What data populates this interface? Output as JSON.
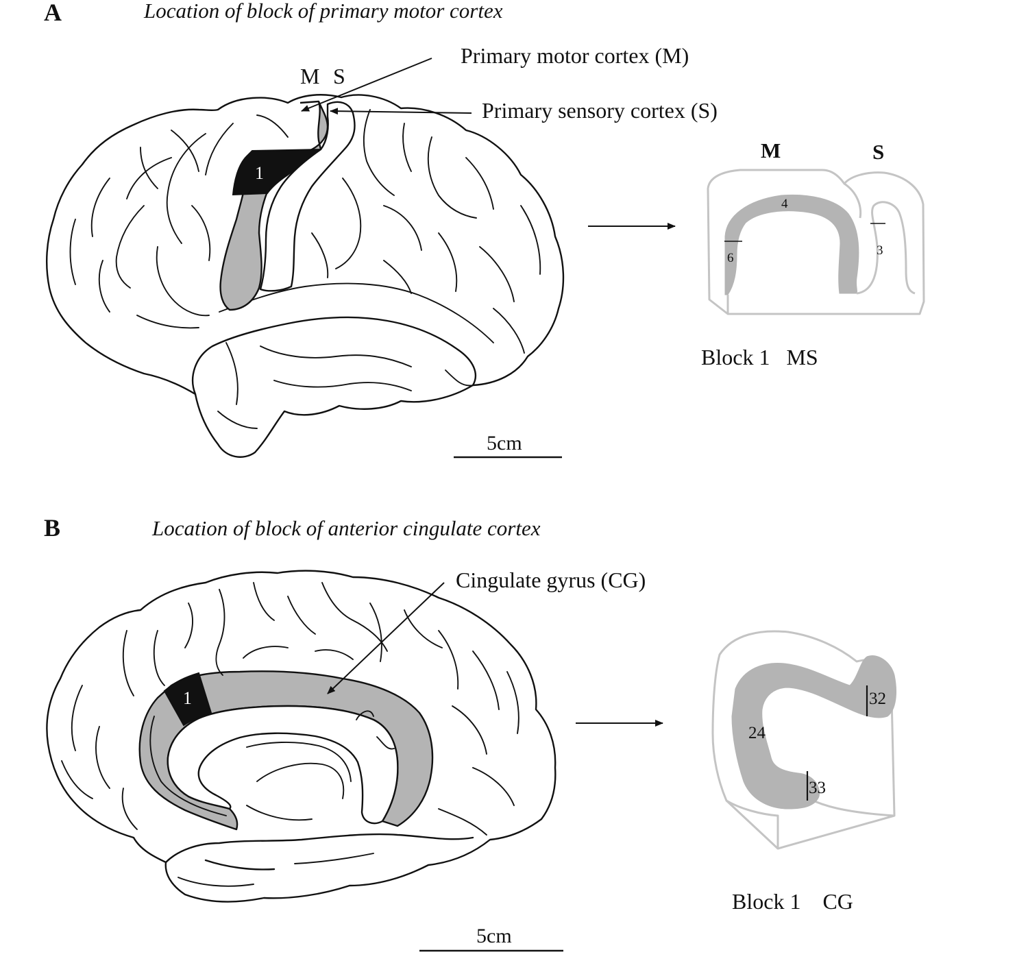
{
  "panel_a": {
    "letter": "A",
    "title": "Location of block of primary motor cortex",
    "label_m": "M",
    "label_s": "S",
    "callout_motor": "Primary motor cortex (M)",
    "callout_sensory": "Primary sensory cortex (S)",
    "block_number": "1",
    "block": {
      "head_m": "M",
      "head_s": "S",
      "area_4": "4",
      "area_6": "6",
      "area_3": "3",
      "label": "Block 1   MS"
    },
    "scale": "5cm"
  },
  "panel_b": {
    "letter": "B",
    "title": "Location of block of anterior cingulate cortex",
    "callout_cingulate": "Cingulate gyrus (CG)",
    "block_number": "1",
    "block": {
      "area_32": "32",
      "area_24": "24",
      "area_33": "33",
      "label": "Block 1    CG"
    },
    "scale": "5cm"
  }
}
